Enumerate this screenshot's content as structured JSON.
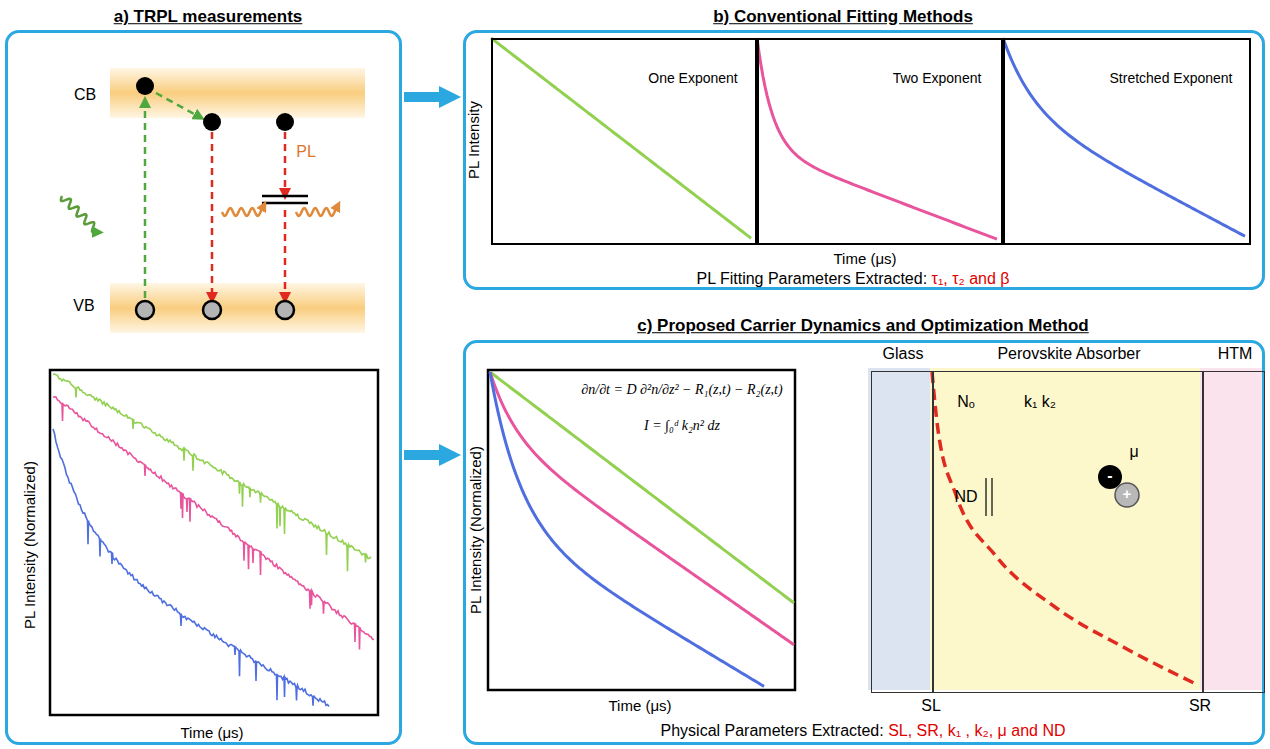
{
  "diagram": {
    "nodes": [
      {
        "text": [
          "a) TRPL measurements"
        ]
      },
      {
        "text": [
          "b) Conventional Fitting Methods",
          "PL Fitting Parameters Extracted: τ₁, τ₂ and β"
        ]
      },
      {
        "text": [
          "One Exponent"
        ],
        "in": 1
      },
      {
        "text": [
          "Two Exponent"
        ],
        "in": 1
      },
      {
        "text": [
          "Stretched Exponent"
        ],
        "in": 1
      },
      {
        "text": [
          "c) Proposed Carrier Dynamics and Optimization Method",
          "Physical Parameters Extracted: SL, SR, k₁ , k₂, μ and ND"
        ]
      },
      {
        "text": [
          "Glass"
        ],
        "in": 5
      },
      {
        "text": [
          "Perovskite Absorber"
        ],
        "in": 5
      },
      {
        "text": [
          "HTM"
        ],
        "in": 5
      }
    ],
    "edges": [
      {
        "from": 0,
        "to": 1,
        "arrow": "to"
      },
      {
        "from": 0,
        "to": 5,
        "arrow": "to"
      }
    ],
    "labels": [
      "CB",
      "VB",
      "PL",
      "PL Intensity (Normalized)",
      "Time (μs)",
      "PL Intensity",
      "Time (μs)",
      "PL Intensity (Normalized)",
      "Time (μs)",
      "∂n/∂t = D ∂²n/∂z² − R₁(z,t) − R₂(z,t)",
      "I = ∫₀ᵈ k₂n² dz",
      "Nₒ",
      "k₁ k₂",
      "ND",
      "μ",
      "-",
      "+",
      "SL",
      "SR"
    ]
  }
}
